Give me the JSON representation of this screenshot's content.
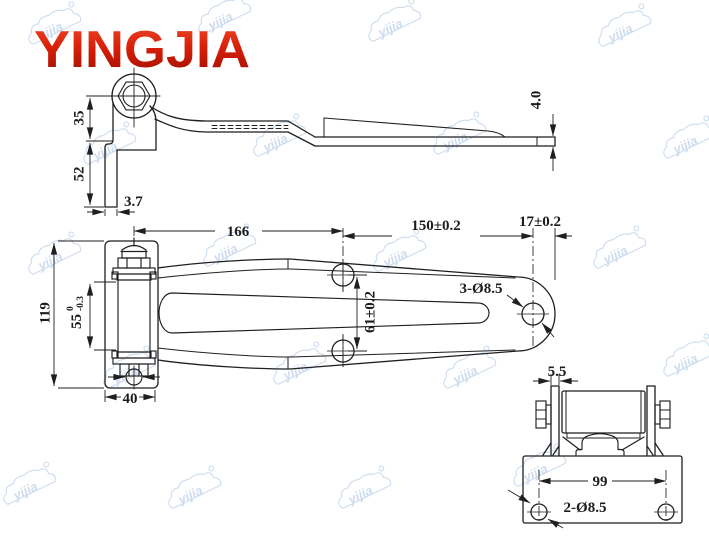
{
  "logo": {
    "text": "YINGJIA",
    "color_top": "#ef4a2d",
    "color_mid": "#d91f08",
    "color_bottom": "#9a0f00"
  },
  "watermark": {
    "text": "yijia",
    "color": "#c5d6ee"
  },
  "drawing": {
    "line_color": "#1f1f1f",
    "background": "#ffffff"
  },
  "dimensions": {
    "side_view": {
      "pin_to_bend": "35",
      "bend_to_base": "52",
      "flange_thickness": "3.7",
      "strap_thickness": "4.0"
    },
    "plan_view": {
      "pin_to_holes": "166",
      "holes_to_tip_hole": "150±0.2",
      "tip_hole_to_edge": "17±0.2",
      "bracket_height": "119",
      "pin_length_nominal": "55",
      "pin_tol_upper": "0",
      "pin_tol_lower": "-0.3",
      "hole_spacing": "61±0.2",
      "bracket_width": "40",
      "holes_label": "3-Ø8.5"
    },
    "end_view": {
      "plate_thickness": "5.5",
      "hole_spacing": "99",
      "holes_label": "2-Ø8.5"
    }
  }
}
